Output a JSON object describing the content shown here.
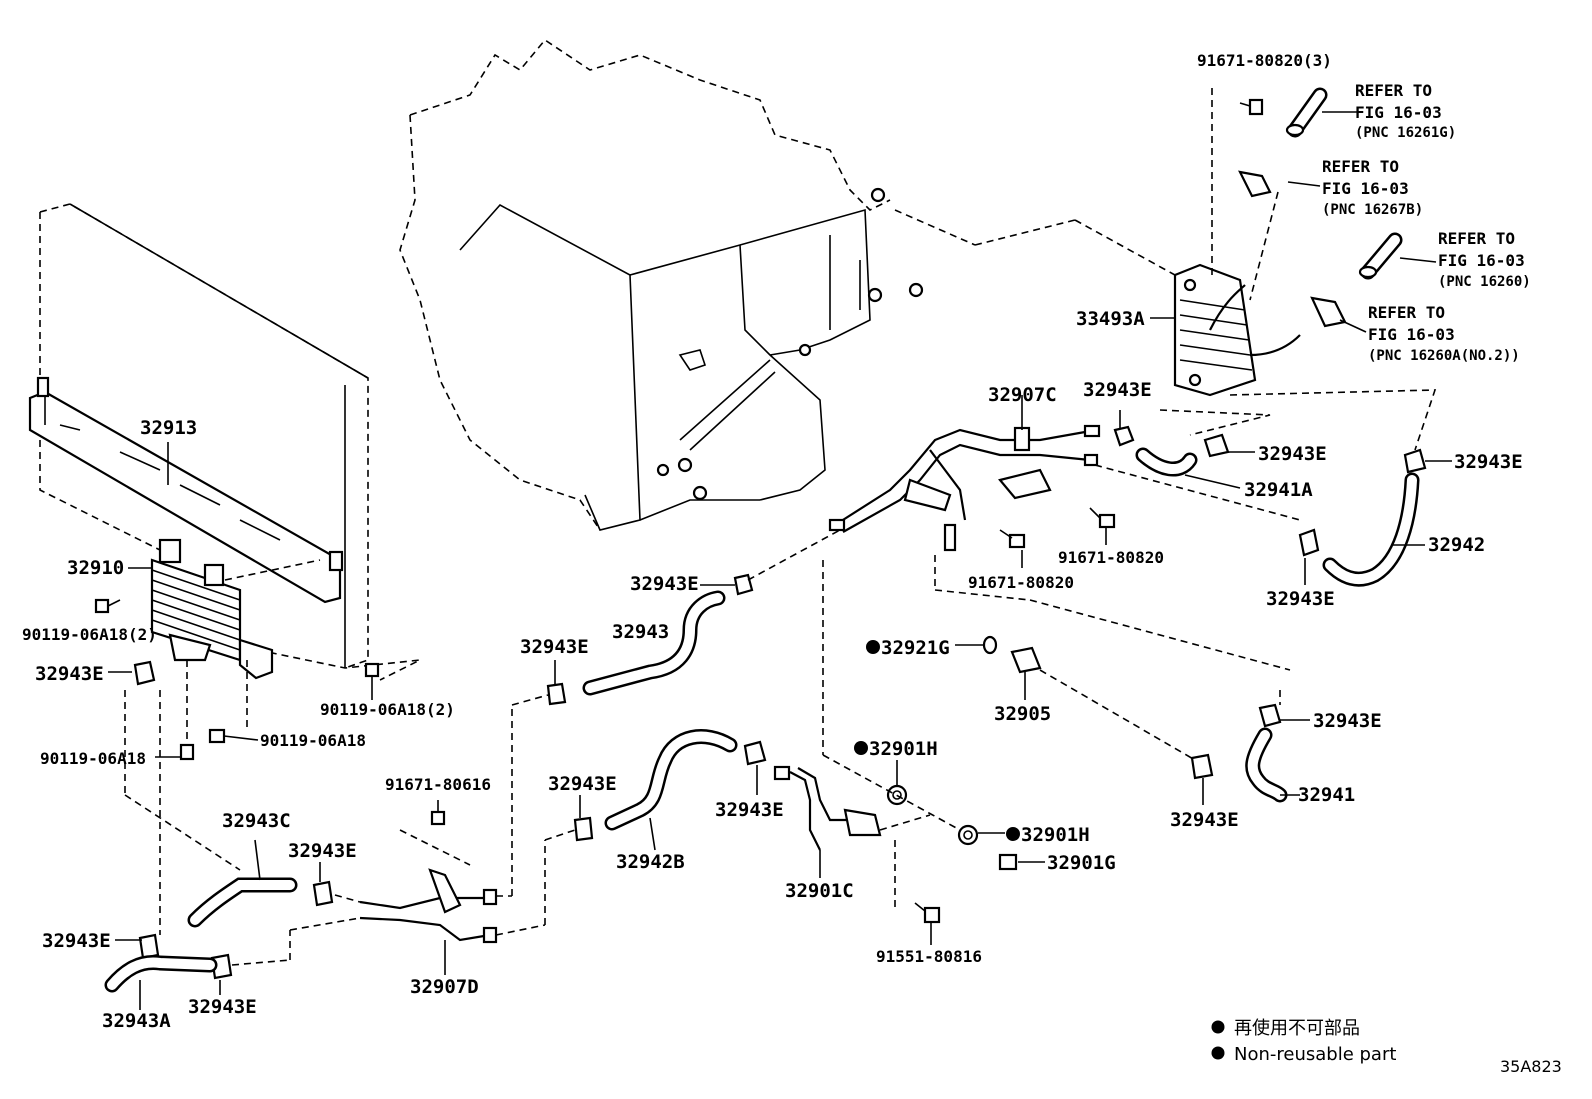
{
  "callouts": {
    "c_91671_80820_3": "91671-80820(3)",
    "refer1_a": "REFER TO",
    "refer1_b": "FIG 16-03",
    "refer1_c": "(PNC 16261G)",
    "refer2_a": "REFER TO",
    "refer2_b": "FIG 16-03",
    "refer2_c": "(PNC 16267B)",
    "refer3_a": "REFER TO",
    "refer3_b": "FIG 16-03",
    "refer3_c": "(PNC 16260)",
    "refer4_a": "REFER TO",
    "refer4_b": "FIG 16-03",
    "refer4_c": "(PNC 16260A(NO.2))",
    "c_33493A": "33493A",
    "c_32943E_r1": "32943E",
    "c_32907C": "32907C",
    "c_32943E_r2": "32943E",
    "c_32943E_r3": "32943E",
    "c_32941A": "32941A",
    "c_32942": "32942",
    "c_32943E_r4": "32943E",
    "c_91671_80820_a": "91671-80820",
    "c_91671_80820_b": "91671-80820",
    "c_32913": "32913",
    "c_32910": "32910",
    "c_90119_06A18_2a": "90119-06A18(2)",
    "c_32943E_l1": "32943E",
    "c_90119_06A18_2b": "90119-06A18(2)",
    "c_90119_06A18_a": "90119-06A18",
    "c_90119_06A18_b": "90119-06A18",
    "c_32943E_m1": "32943E",
    "c_32943E_m2": "32943E",
    "c_32943": "32943",
    "c_32921G": "32921G",
    "c_32905": "32905",
    "c_32943E_r5": "32943E",
    "c_32901H_a": "32901H",
    "c_32901H_b": "32901H",
    "c_32901G": "32901G",
    "c_32941": "32941",
    "c_32943E_r6": "32943E",
    "c_91671_80616": "91671-80616",
    "c_32943E_m3": "32943E",
    "c_32943E_m4": "32943E",
    "c_32942B": "32942B",
    "c_32943C": "32943C",
    "c_32943E_l2": "32943E",
    "c_32901C": "32901C",
    "c_32943E_l3": "32943E",
    "c_32943A": "32943A",
    "c_32943E_l4": "32943E",
    "c_32907D": "32907D",
    "c_91551_80816": "91551-80816"
  },
  "legend": {
    "line1": "再使用不可部品",
    "line2": "Non-reusable part"
  },
  "figure_code": "35A823"
}
